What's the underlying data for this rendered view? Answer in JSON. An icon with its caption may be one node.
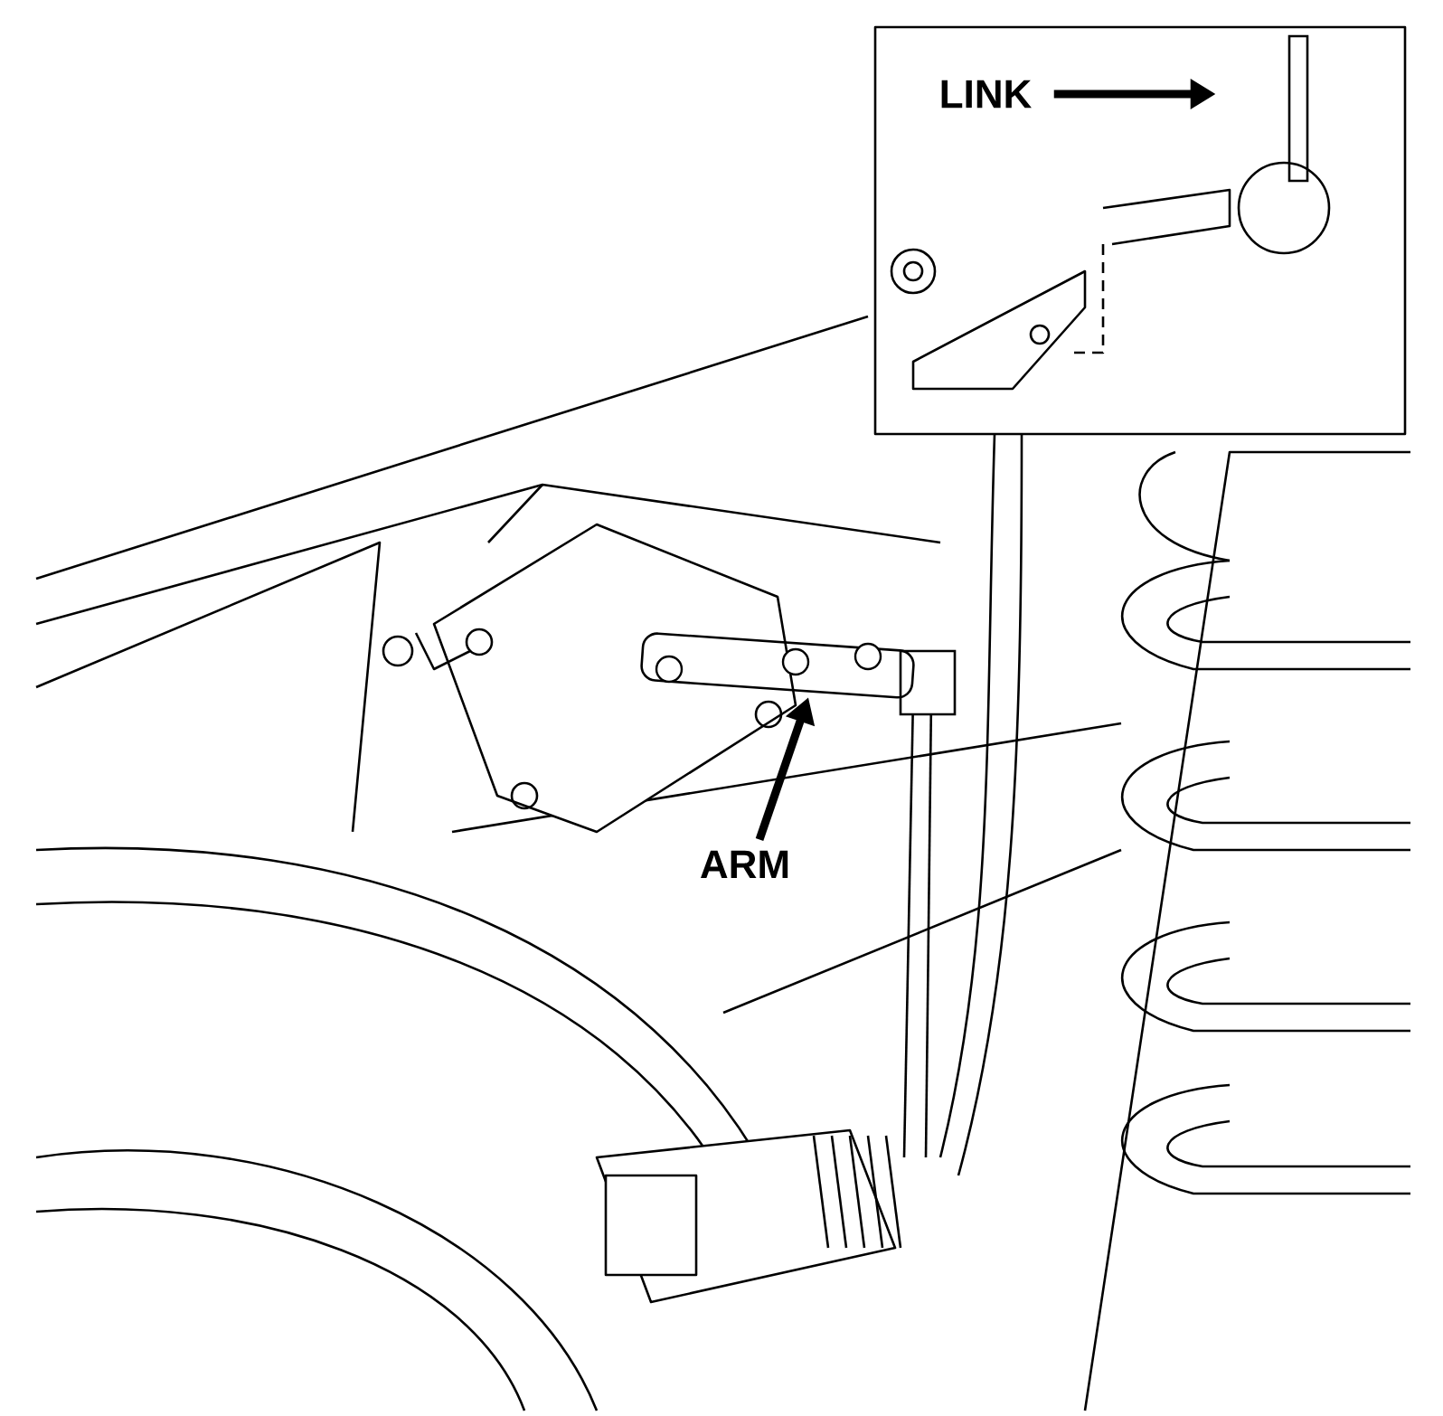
{
  "diagram": {
    "nodes": [
      {
        "text": [
          "LINK"
        ]
      },
      {
        "text": [],
        "shape": "box"
      },
      {
        "text": [
          "ARM"
        ]
      },
      {
        "text": [],
        "shape": "box"
      }
    ],
    "edges": [
      {
        "from": 0,
        "to": 1,
        "arrow": "to"
      },
      {
        "from": 2,
        "to": 3,
        "arrow": "to"
      }
    ]
  }
}
